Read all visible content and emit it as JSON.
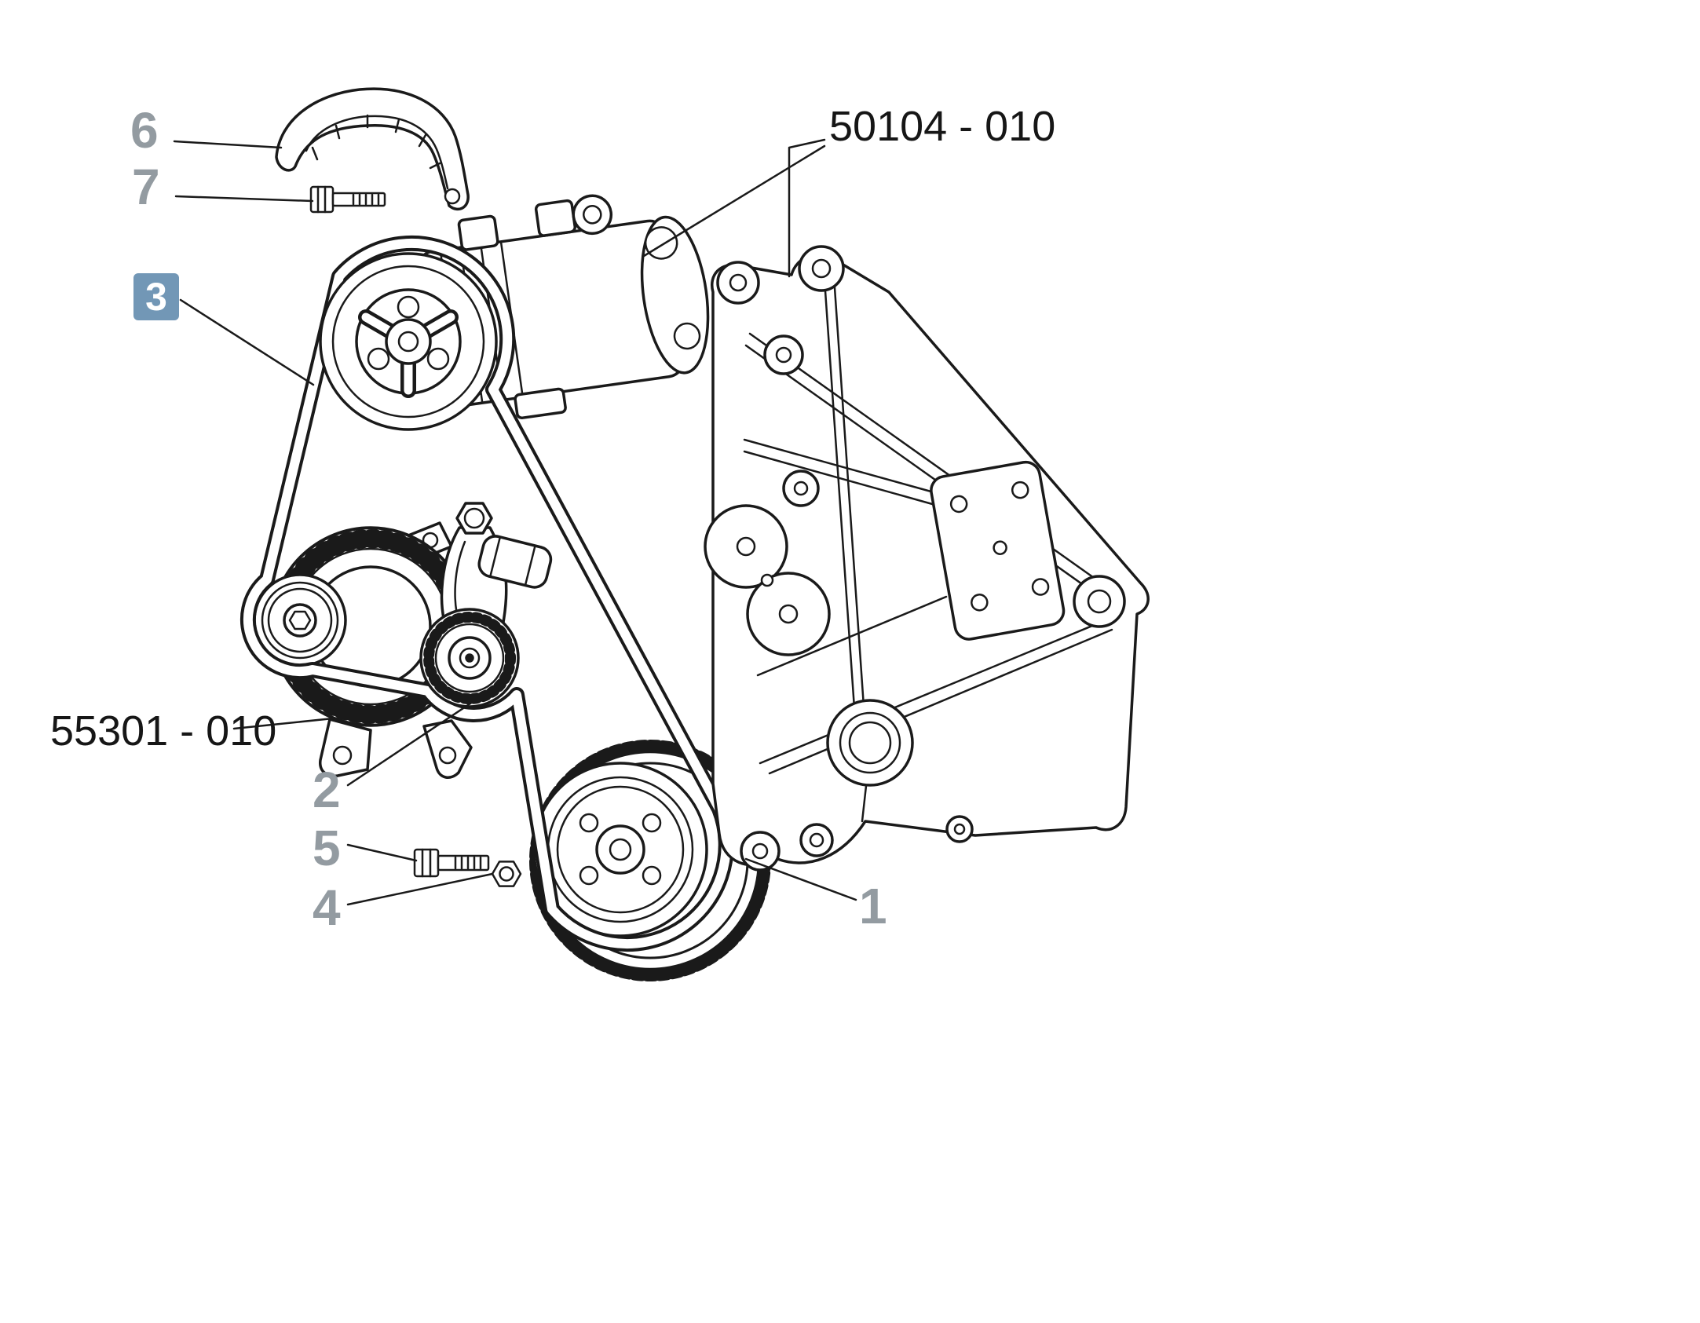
{
  "callouts": {
    "c1": {
      "label": "1"
    },
    "c2": {
      "label": "2"
    },
    "c3": {
      "label": "3",
      "highlighted": true
    },
    "c4": {
      "label": "4"
    },
    "c5": {
      "label": "5"
    },
    "c6": {
      "label": "6"
    },
    "c7": {
      "label": "7"
    }
  },
  "part_codes": {
    "compressor_assembly": {
      "label": "50104 - 010"
    },
    "alternator_assembly": {
      "label": "55301 - 010"
    }
  },
  "colors": {
    "line": "#1a1a1a",
    "callout_gray": "#939ba1",
    "highlight_bg": "#7297b6",
    "highlight_text": "#ffffff",
    "code_text": "#161616",
    "background": "#ffffff"
  }
}
